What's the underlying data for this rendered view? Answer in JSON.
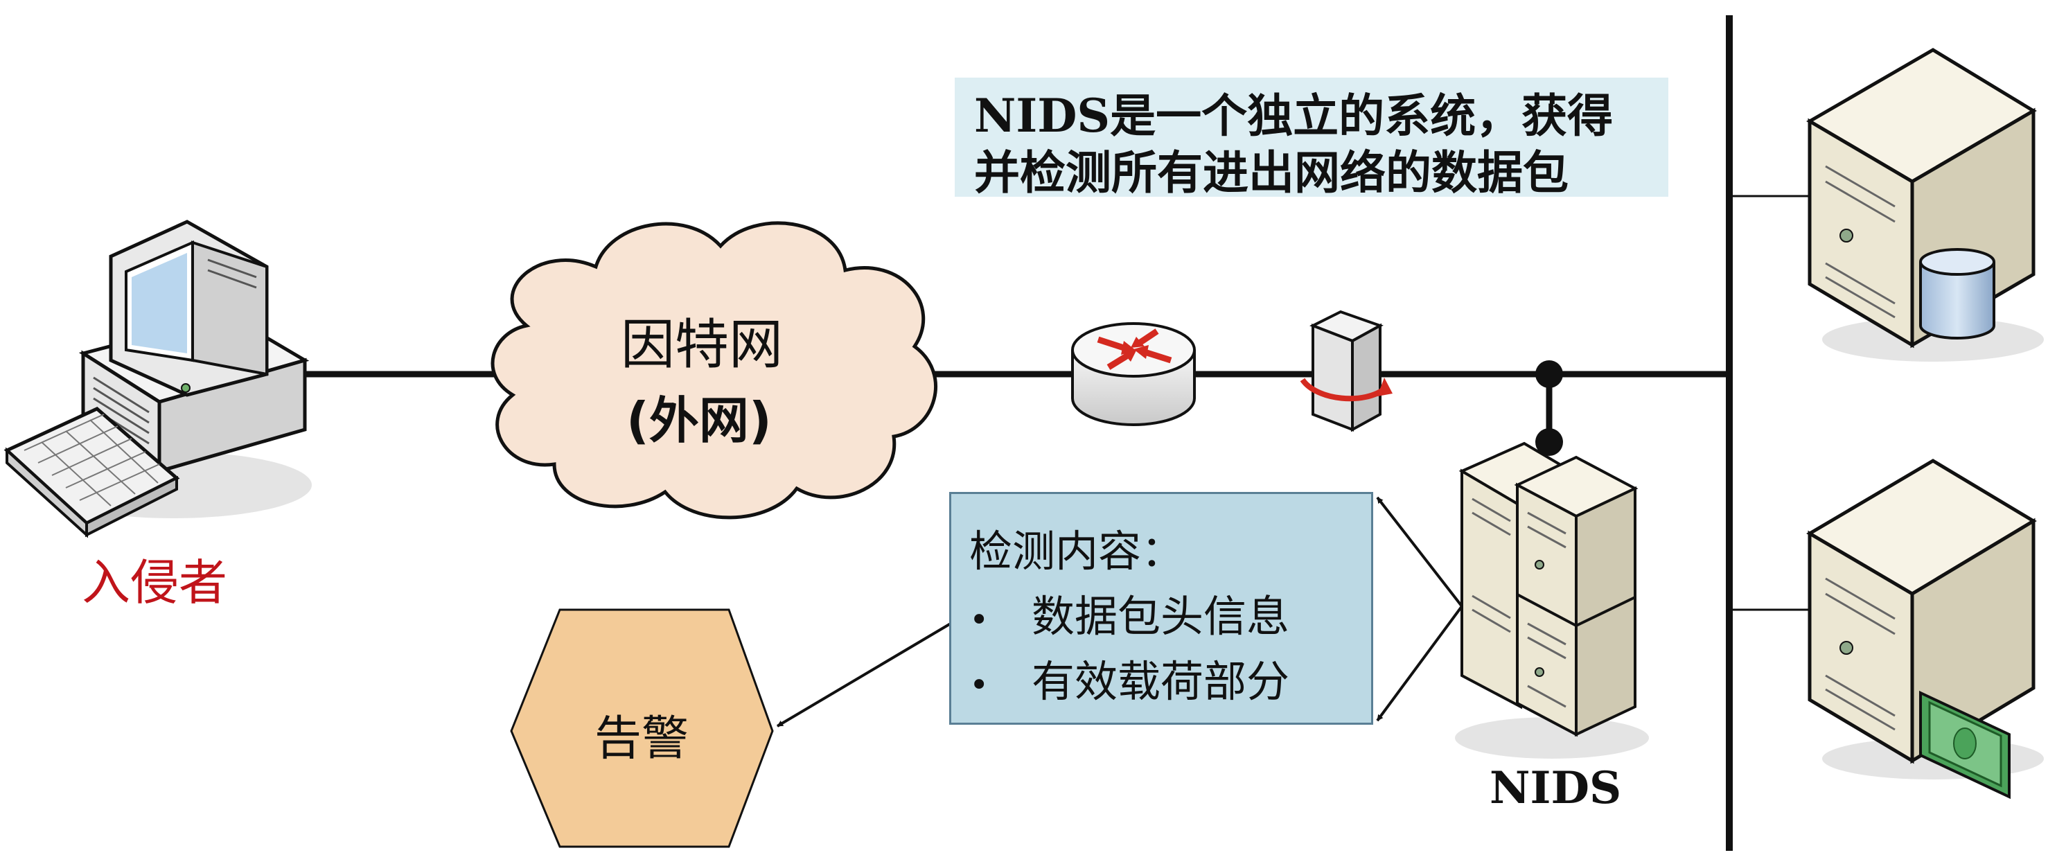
{
  "description_box": {
    "line1": "NIDS是一个独立的系统，获得",
    "line2": "并检测所有进出网络的数据包"
  },
  "intruder": {
    "label": "入侵者"
  },
  "internet_cloud": {
    "line1": "因特网",
    "line2": "(外网)"
  },
  "detection_box": {
    "title": "检测内容：",
    "items": [
      "数据包头信息",
      "有效载荷部分"
    ],
    "bullet": "•"
  },
  "alarm": {
    "label": "告警"
  },
  "nids": {
    "label": "NIDS"
  },
  "icons": {
    "intruder_computer": "desktop-computer-icon",
    "router": "router-icon",
    "firewall": "firewall-icon",
    "nids_servers": "server-stack-icon",
    "database_server": "database-server-icon",
    "payment_server": "payment-server-icon"
  },
  "colors": {
    "intruder_label": "#c0141a",
    "cloud_fill": "#f8e4d4",
    "alarm_fill": "#f3cb98",
    "detection_fill": "#bcd9e4",
    "description_fill": "#ddeef3",
    "server_fill": "#ece7d3",
    "router_arrows": "#d42a20"
  }
}
